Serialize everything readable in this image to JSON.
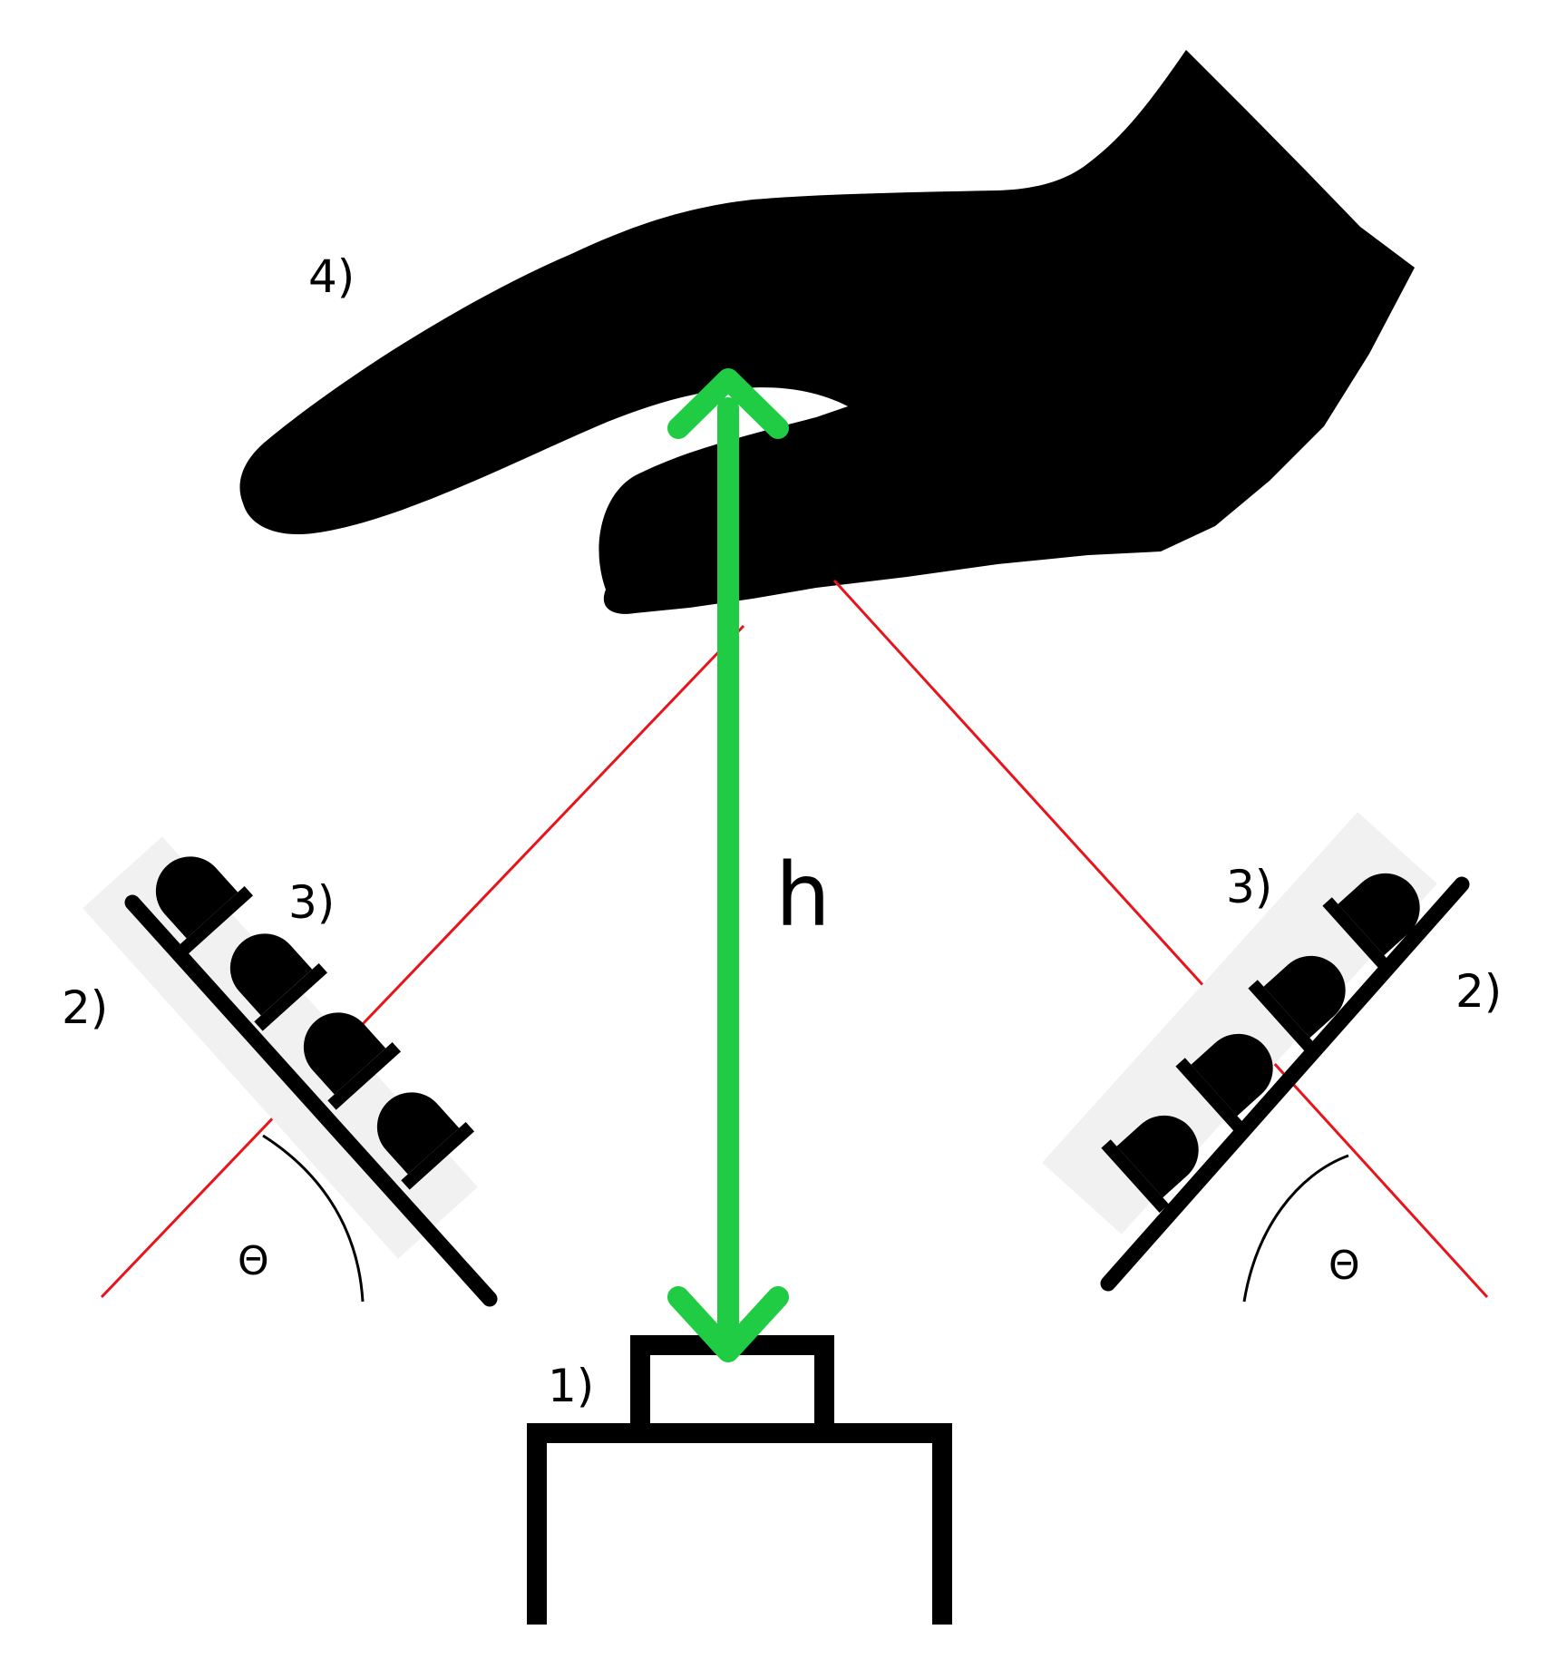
{
  "labels": {
    "camera": "1)",
    "board_left": "2)",
    "board_right": "2)",
    "leds_left": "3)",
    "leds_right": "3)",
    "hand": "4)",
    "height": "h",
    "angle_left": "Θ",
    "angle_right": "Θ"
  },
  "colors": {
    "height_arrow": "#1fcc44",
    "light_ray": "#e8141b",
    "ink": "#000000",
    "background": "#ffffff"
  }
}
